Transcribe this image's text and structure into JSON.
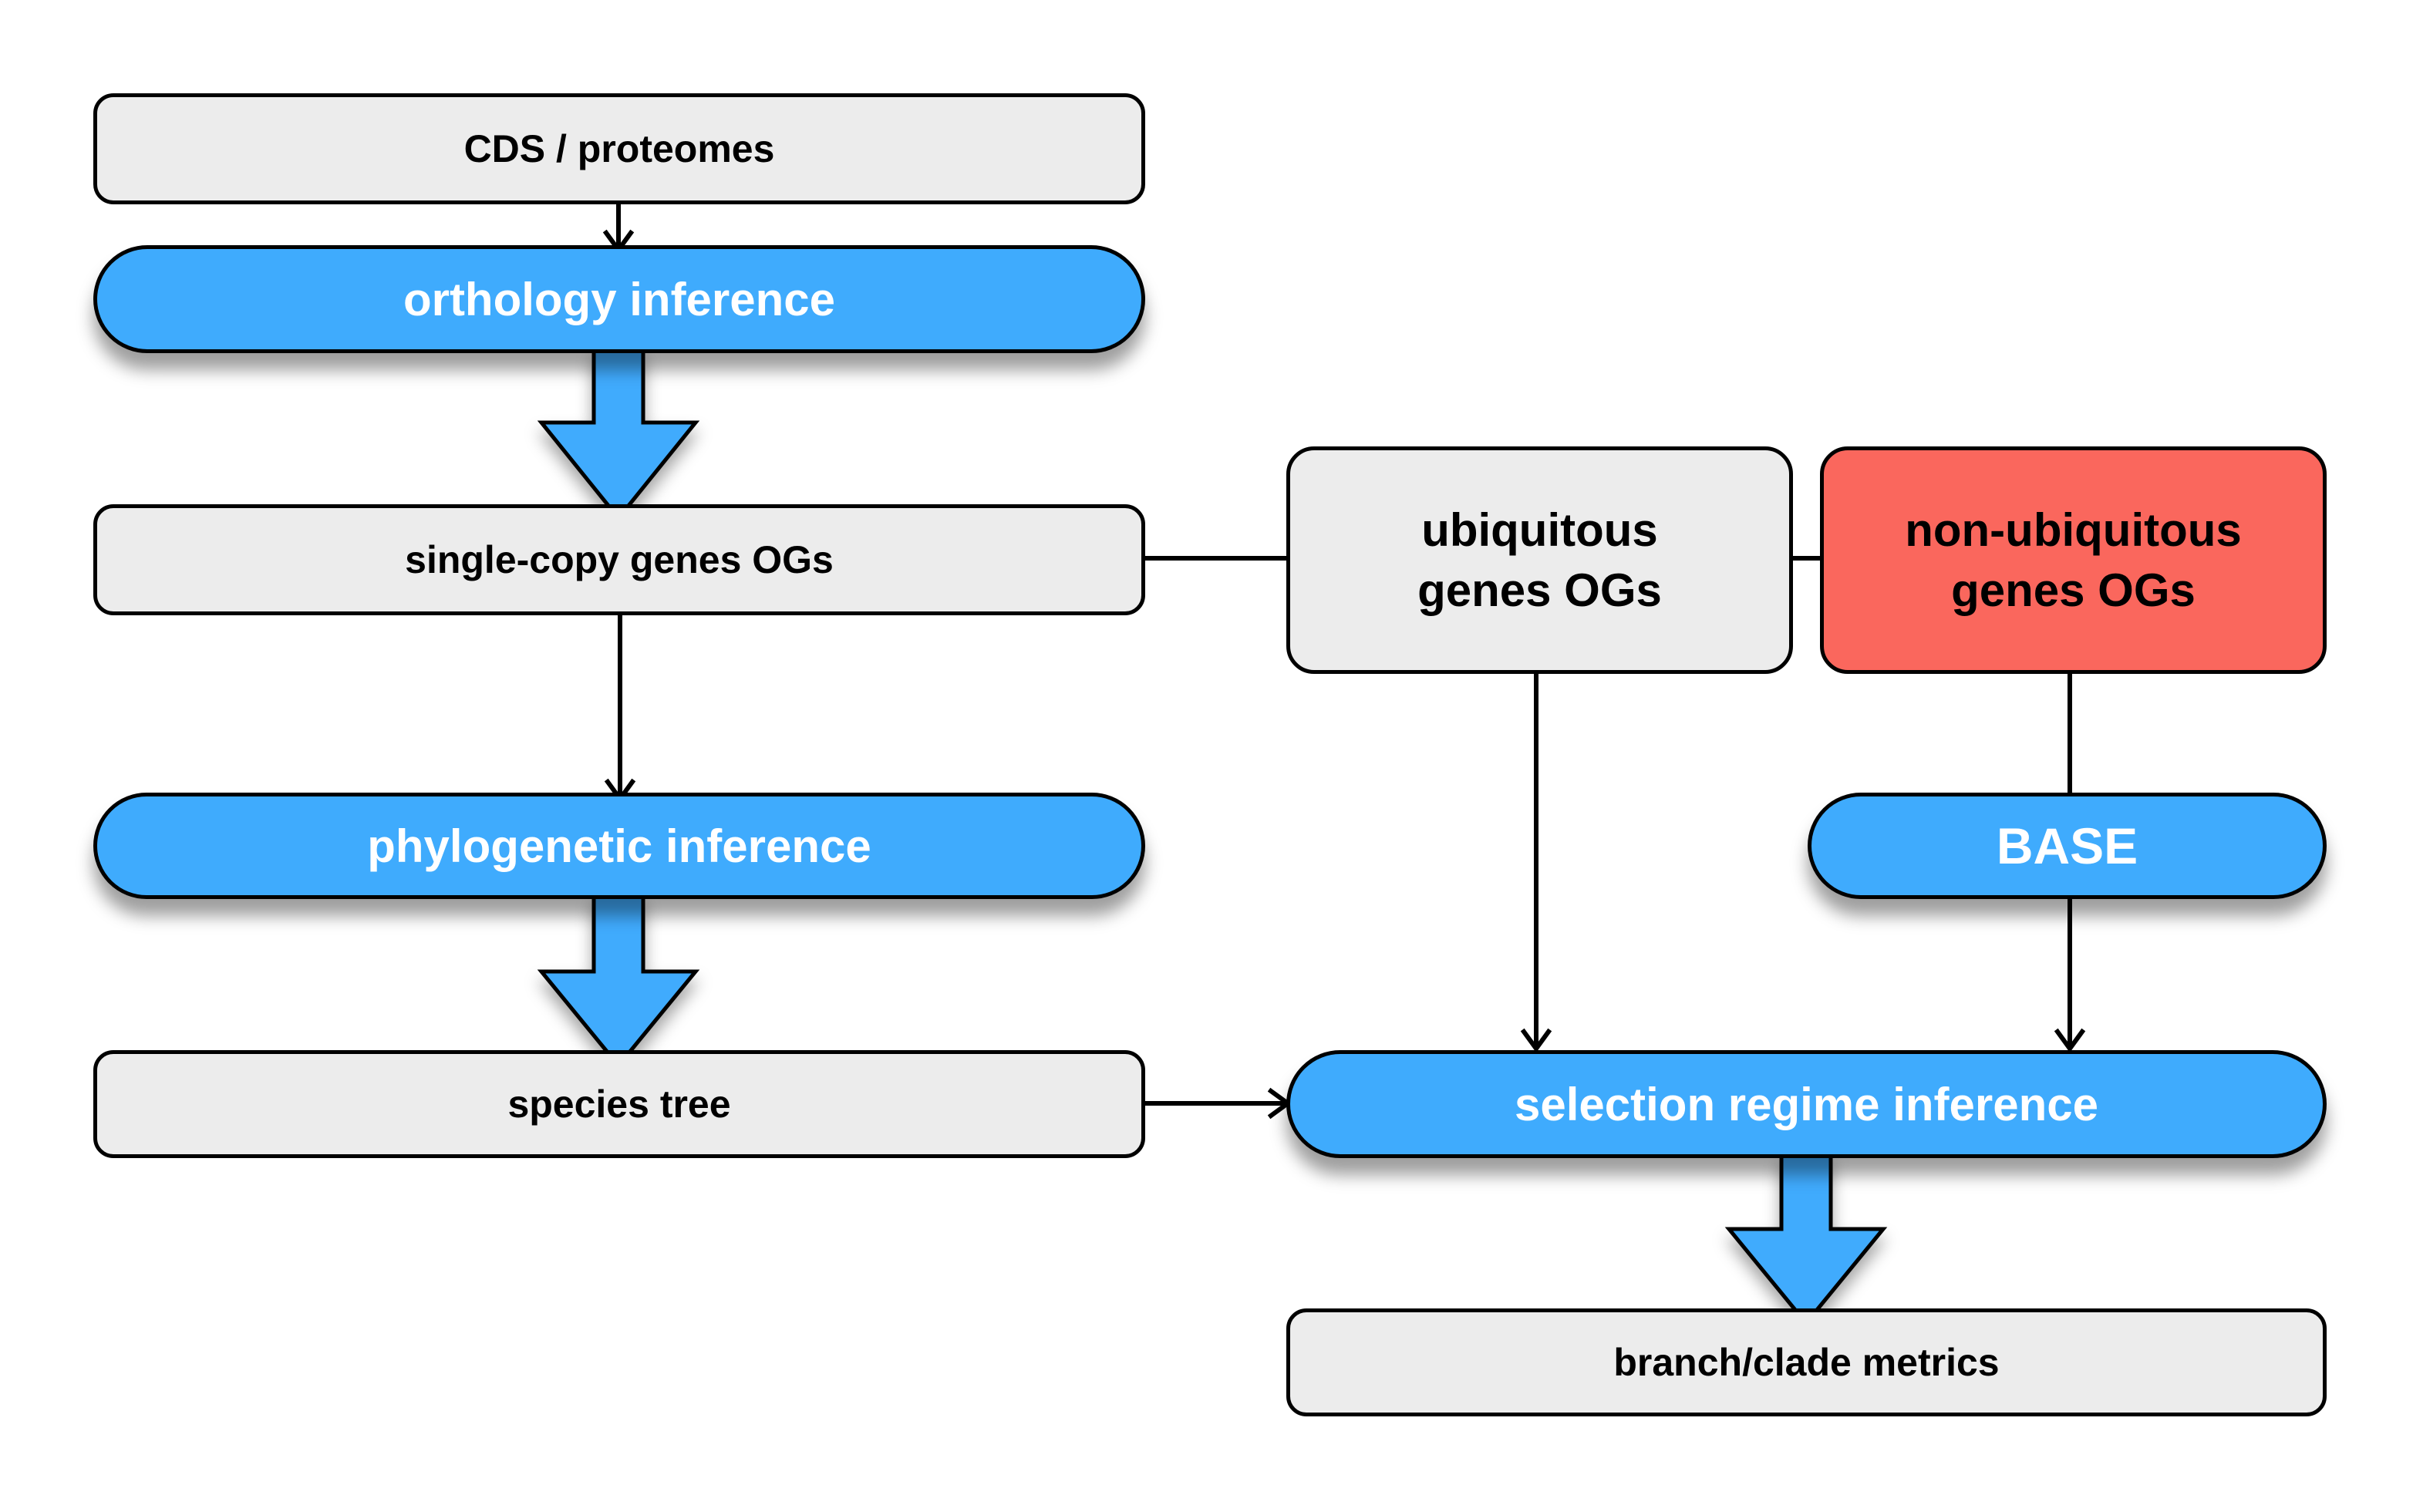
{
  "nodes": {
    "cds": {
      "label": "CDS / proteomes"
    },
    "orthology": {
      "label": "orthology inference"
    },
    "single_copy": {
      "label": "single-copy genes OGs"
    },
    "phylogenetic": {
      "label": "phylogenetic inference"
    },
    "species_tree": {
      "label": "species tree"
    },
    "ubiquitous": {
      "label": "ubiquitous\ngenes OGs"
    },
    "non_ubiquitous": {
      "label": "non-ubiquitous\ngenes OGs"
    },
    "base": {
      "label": "BASE"
    },
    "selection": {
      "label": "selection regime inference"
    },
    "branch": {
      "label": "branch/clade metrics"
    }
  },
  "edges": [
    {
      "from": "CDS / proteomes",
      "to": "orthology inference",
      "style": "thin-arrow"
    },
    {
      "from": "orthology inference",
      "to": "single-copy genes OGs",
      "style": "block-arrow"
    },
    {
      "from": "single-copy genes OGs",
      "to": "ubiquitous genes OGs",
      "style": "line"
    },
    {
      "from": "ubiquitous genes OGs",
      "to": "non-ubiquitous genes OGs",
      "style": "line"
    },
    {
      "from": "single-copy genes OGs",
      "to": "phylogenetic inference",
      "style": "thin-arrow"
    },
    {
      "from": "phylogenetic inference",
      "to": "species tree",
      "style": "block-arrow"
    },
    {
      "from": "species tree",
      "to": "selection regime inference",
      "style": "thin-arrow"
    },
    {
      "from": "ubiquitous genes OGs",
      "to": "selection regime inference",
      "style": "thin-arrow"
    },
    {
      "from": "non-ubiquitous genes OGs",
      "to": "BASE",
      "style": "line"
    },
    {
      "from": "BASE",
      "to": "selection regime inference",
      "style": "thin-arrow"
    },
    {
      "from": "selection regime inference",
      "to": "branch/clade metrics",
      "style": "block-arrow"
    }
  ],
  "colors": {
    "process": "#3fabfd",
    "data": "#ececec",
    "highlight": "#fa675d",
    "outline": "#000000"
  }
}
